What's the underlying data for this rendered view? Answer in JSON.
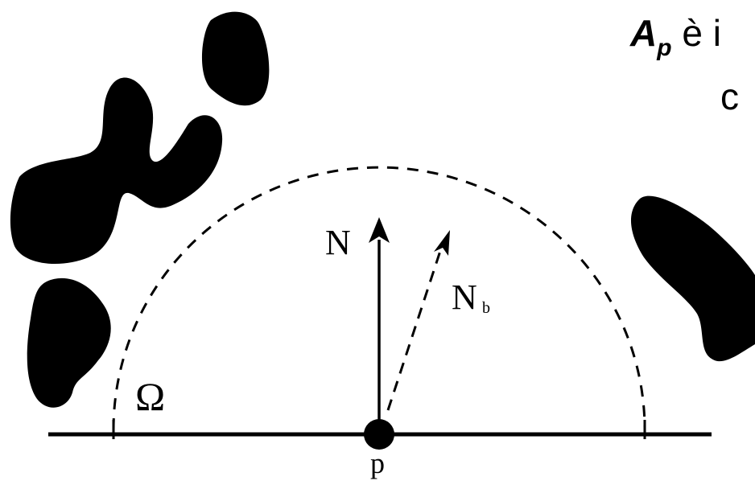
{
  "heading": {
    "symbol": "A",
    "subscript": "p",
    "text": " è i",
    "line2": "c"
  },
  "labels": {
    "normal": "N",
    "bent_normal": "N",
    "bent_normal_sub": "b",
    "omega": "Ω",
    "point": "p"
  }
}
